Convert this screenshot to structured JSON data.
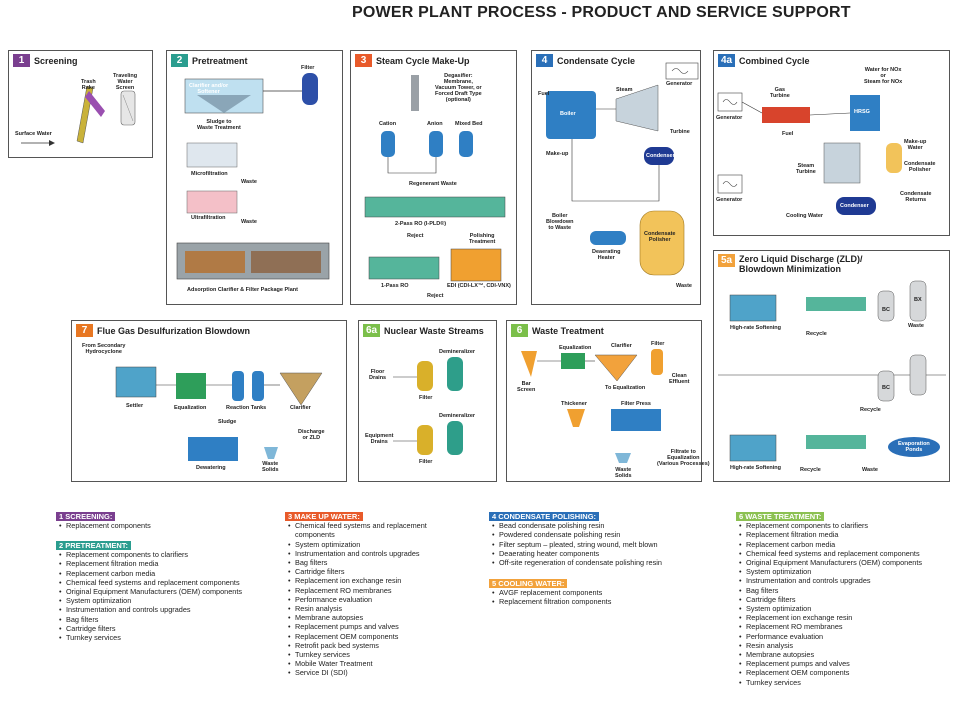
{
  "title": "POWER PLANT PROCESS - PRODUCT AND SERVICE SUPPORT",
  "colors": {
    "purple": "#7a3f8f",
    "blue": "#2a7bc0",
    "orange": "#e87722",
    "green": "#7bbf4a",
    "teal": "#2a9d8f",
    "navy": "#1f3a93",
    "gold": "#d9a441"
  },
  "panels": {
    "p1": {
      "num": "1",
      "title": "Screening",
      "labels": {
        "trash_rake": "Trash\nRake",
        "traveling": "Traveling\nWater\nScreen",
        "surface": "Surface Water"
      }
    },
    "p2": {
      "num": "2",
      "title": "Pretreatment",
      "labels": {
        "clarifier": "Clarifier and/or\nSoftener",
        "filter": "Filter",
        "sludge": "Sludge to\nWaste Treatment",
        "micro": "Microfiltration",
        "waste1": "Waste",
        "ultra": "Ultrafiltration",
        "waste2": "Waste",
        "adsorption": "Adsorption Clarifier & Filter Package Plant"
      }
    },
    "p3": {
      "num": "3",
      "title": "Steam Cycle Make-Up",
      "labels": {
        "degasifier": "Degasifier:\nMembrane,\nVacuum Tower, or\nForced Draft Type\n(optional)",
        "cation": "Cation",
        "anion": "Anion",
        "mixed": "Mixed Bed",
        "regen": "Regenerant Waste",
        "ro2": "2-Pass RO (I-PLD®)",
        "reject1": "Reject",
        "polishing": "Polishing\nTreatment",
        "ro1": "1-Pass RO",
        "edi": "EDI (CDI-LX™, CDI-VNX)",
        "reject2": "Reject"
      }
    },
    "p4": {
      "num": "4",
      "title": "Condensate Cycle",
      "labels": {
        "fuel": "Fuel",
        "steam": "Steam",
        "generator": "Generator",
        "boiler": "Boiler",
        "turbine": "Turbine",
        "makeup": "Make-up",
        "condenser": "Condenser",
        "blowdown": "Boiler\nBlowdown\nto Waste",
        "deaerating": "Deaerating\nHeater",
        "cpolisher": "Condensate\nPolisher",
        "waste": "Waste"
      }
    },
    "p4a": {
      "num": "4a",
      "title": "Combined Cycle",
      "labels": {
        "gas_turbine": "Gas\nTurbine",
        "water_nox": "Water for NOx\nor\nSteam for NOx",
        "generator1": "Generator",
        "fuel": "Fuel",
        "hrsg": "HRSG",
        "makeup_water": "Make-up\nWater",
        "steam_turbine": "Steam\nTurbine",
        "cpolisher": "Condensate\nPolisher",
        "generator2": "Generator",
        "cooling": "Cooling Water",
        "condenser": "Condenser",
        "returns": "Condensate\nReturns"
      }
    },
    "p5": {
      "num": "5a",
      "title": "Zero Liquid Discharge (ZLD)/\nBlowdown Minimization",
      "labels": {
        "hrs1": "High-rate Softening",
        "recycle1": "Recycle",
        "bc1": "BC",
        "bx": "BX",
        "waste1": "Waste",
        "recycle2": "Recycle",
        "bc2": "BC",
        "hrs2": "High-rate Softening",
        "recycle3": "Recycle",
        "waste2": "Waste",
        "evap": "Evaporation\nPonds"
      }
    },
    "p7": {
      "num": "7",
      "title": "Flue Gas Desulfurization Blowdown",
      "labels": {
        "from": "From Secondary\nHydrocyclone",
        "settler": "Settler",
        "equalization": "Equalization",
        "reaction": "Reaction Tanks",
        "clarifier": "Clarifier",
        "sludge": "Sludge",
        "discharge": "Discharge\nor ZLD",
        "dewatering": "Dewatering",
        "waste": "Waste\nSolids"
      }
    },
    "p6a": {
      "num": "6a",
      "title": "Nuclear Waste Streams",
      "labels": {
        "floor": "Floor\nDrains",
        "demin1": "Demineralizer",
        "filter1": "Filter",
        "equipment": "Equipment\nDrains",
        "demin2": "Demineralizer",
        "filter2": "Filter"
      }
    },
    "p6": {
      "num": "6",
      "title": "Waste Treatment",
      "labels": {
        "bar": "Bar\nScreen",
        "equalization": "Equalization",
        "clarifier": "Clarifier",
        "filter": "Filter",
        "clean": "Clean\nEffluent",
        "to_eq": "To Equalization",
        "thickener": "Thickener",
        "press": "Filter Press",
        "filtrate": "Filtrate to\nEqualization\n(Various Processes)",
        "waste": "Waste\nSolids"
      }
    }
  },
  "sections": [
    {
      "key": "s1",
      "heading": "1 SCREENING:",
      "color": "#7a3f8f",
      "items": [
        "Replacement components"
      ]
    },
    {
      "key": "s2",
      "heading": "2 PRETREATMENT:",
      "color": "#2a9d8f",
      "items": [
        "Replacement components to clarifiers",
        "Replacement filtration media",
        "Replacement carbon media",
        "Chemical feed systems and replacement components",
        "Original Equipment Manufacturers (OEM) components",
        "System optimization",
        "Instrumentation and controls upgrades",
        "Bag filters",
        "Cartridge filters",
        "Turnkey services"
      ]
    },
    {
      "key": "s3",
      "heading": "3 MAKE UP WATER:",
      "color": "#e85a2a",
      "items": [
        "Chemical feed systems and replacement\ncomponents",
        "System optimization",
        "Instrumentation and controls upgrades",
        "Bag filters",
        "Cartridge filters",
        "Replacement ion exchange resin",
        "Replacement RO membranes",
        "Performance evaluation",
        "Resin analysis",
        "Membrane autopsies",
        "Replacement pumps and valves",
        "Replacement OEM components",
        "Retrofit pack bed systems",
        "Turnkey services",
        "Mobile Water Treatment",
        "Service DI (SDI)"
      ]
    },
    {
      "key": "s4",
      "heading": "4 CONDENSATE POLISHING:",
      "color": "#2a6fb8",
      "items": [
        "Bead condensate polishing resin",
        "Powdered condensate polishing resin",
        "Filter septum – pleated, string wound, melt blown",
        "Deaerating heater components",
        "Off-site regeneration of condensate polishing resin"
      ]
    },
    {
      "key": "s5",
      "heading": "5 COOLING WATER:",
      "color": "#f2a23c",
      "items": [
        "AVGF replacement components",
        "Replacement filtration components"
      ]
    },
    {
      "key": "s6",
      "heading": "6 WASTE TREATMENT:",
      "color": "#8cc152",
      "items": [
        "Replacement components to clarifiers",
        "Replacement filtration media",
        "Replacement carbon media",
        "Chemical feed systems and replacement components",
        "Original Equipment Manufacturers (OEM) components",
        "System optimization",
        "Instrumentation and controls upgrades",
        "Bag filters",
        "Cartridge filters",
        "System optimization",
        "Replacement ion exchange resin",
        "Replacement RO membranes",
        "Performance evaluation",
        "Resin analysis",
        "Membrane autopsies",
        "Replacement pumps and valves",
        "Replacement OEM components",
        "Turnkey services"
      ]
    }
  ]
}
